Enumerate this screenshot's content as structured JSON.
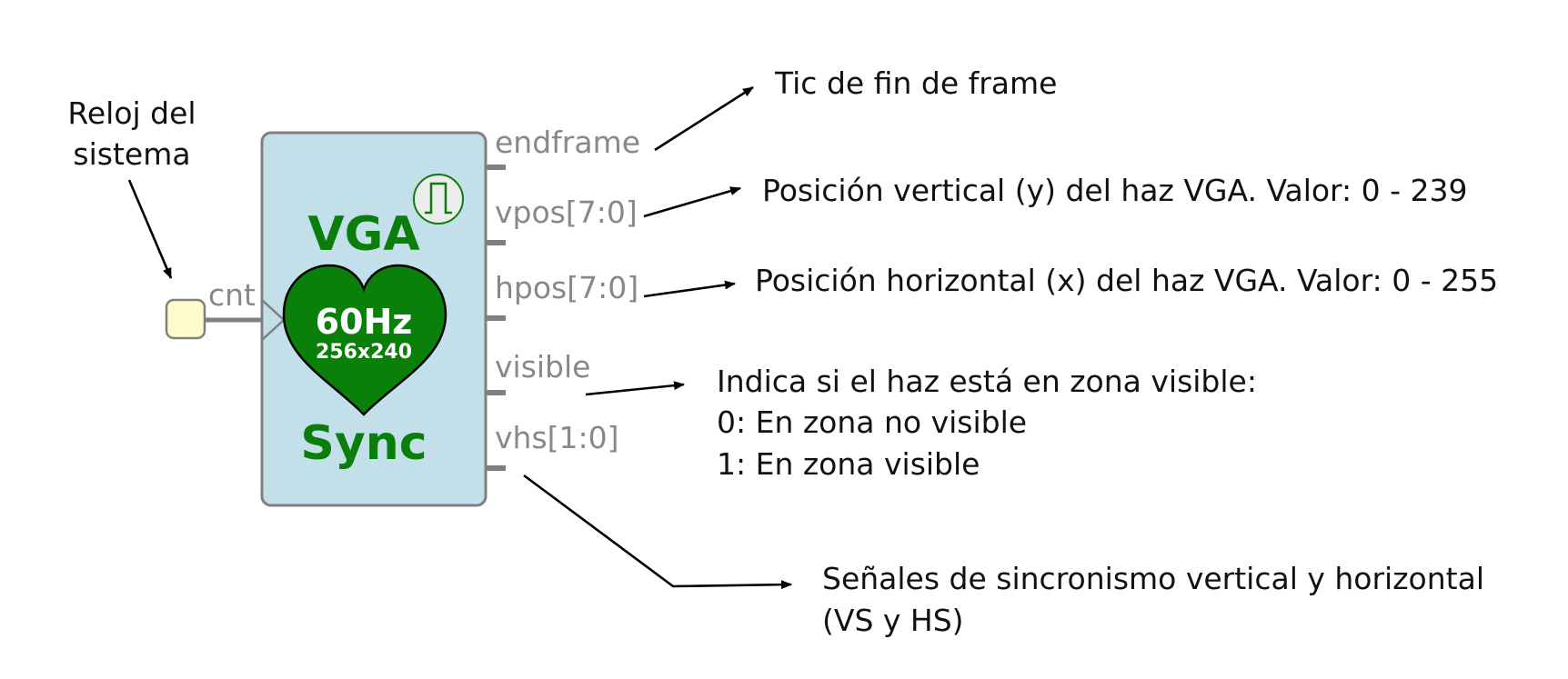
{
  "block": {
    "title_top": "VGA",
    "title_bottom": "Sync",
    "heart_line1": "60Hz",
    "heart_line2": "256x240",
    "fill_color": "#c2dfea",
    "accent_color": "#0b7d0b",
    "heart_color": "#0a7f0a",
    "clock_icon": "clock-pulse-icon"
  },
  "input": {
    "port_label": "cnt",
    "annotation_line1": "Reloj del",
    "annotation_line2": "sistema",
    "pin_color": "#fdfbcc"
  },
  "outputs": [
    {
      "port": "endframe",
      "annotation": [
        "Tic de fin de frame"
      ]
    },
    {
      "port": "vpos[7:0]",
      "annotation": [
        "Posición vertical (y) del haz VGA. Valor: 0 - 239"
      ]
    },
    {
      "port": "hpos[7:0]",
      "annotation": [
        "Posición horizontal (x) del haz VGA. Valor: 0 - 255"
      ]
    },
    {
      "port": "visible",
      "annotation": [
        "Indica si el haz está en zona visible:",
        "0: En zona no visible",
        "1: En zona visible"
      ]
    },
    {
      "port": "vhs[1:0]",
      "annotation": [
        "Señales de sincronismo vertical y horizontal",
        "(VS y HS)"
      ]
    }
  ]
}
